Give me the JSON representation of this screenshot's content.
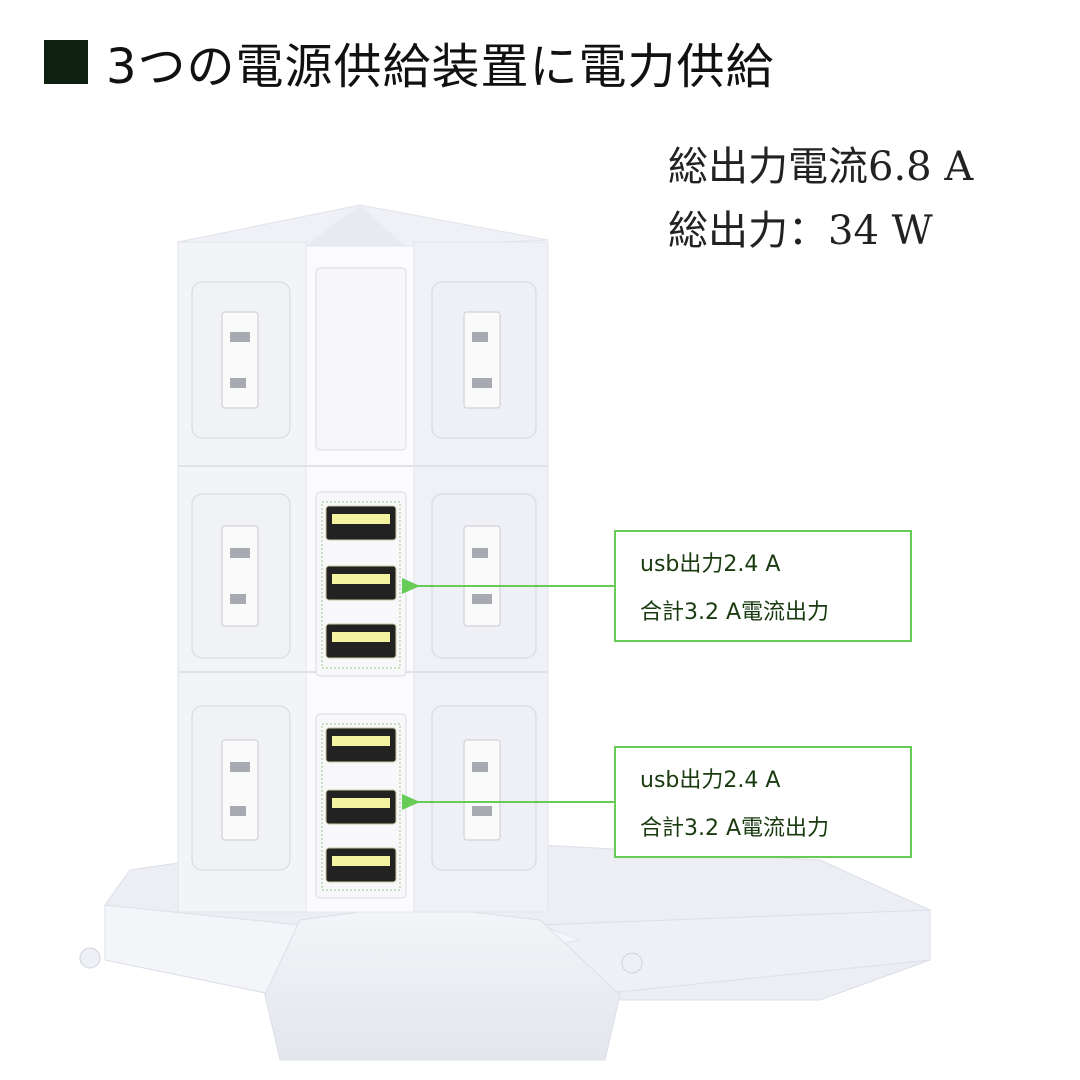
{
  "title": {
    "text": "3つの電源供給装置に電力供給"
  },
  "specs": {
    "total_current": "総出力電流6.8 A",
    "total_power": "総出力：34 W"
  },
  "callouts": [
    {
      "line1": "usb出力2.4 A",
      "line2": "合計3.2 A電流出力"
    },
    {
      "line1": "usb出力2.4 A",
      "line2": "合計3.2 A電流出力"
    }
  ],
  "colors": {
    "accent": "#66cc55",
    "title_square": "#102010",
    "usb_port": "#f3f3a0"
  }
}
